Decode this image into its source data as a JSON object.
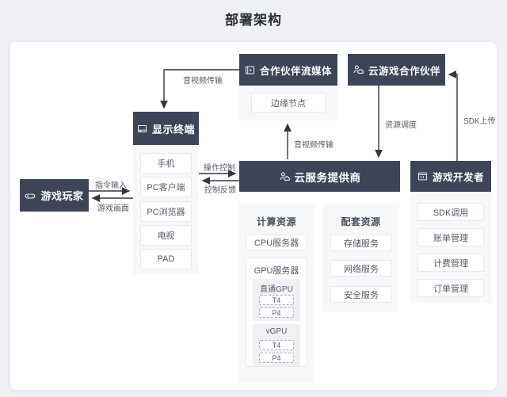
{
  "title": "部署架构",
  "colors": {
    "node_background": "#3e4557",
    "node_text": "#ffffff",
    "container_background": "#f7f8fa",
    "item_border": "#e7e9ee",
    "arrow": "#33373f",
    "label_text": "#565b66",
    "page_background": "#eef0f3"
  },
  "nodes": {
    "game_player": {
      "label": "游戏玩家",
      "icon": "gamepad-icon"
    },
    "display_terminal": {
      "label": "显示终端",
      "icon": "monitor-icon",
      "items": [
        "手机",
        "PC客户端",
        "PC浏览器",
        "电视",
        "PAD"
      ]
    },
    "partner_streaming": {
      "label": "合作伙伴流媒体",
      "icon": "video-player-icon",
      "items": [
        "边缘节点"
      ]
    },
    "cloud_gaming_partner": {
      "label": "云游戏合作伙伴",
      "icon": "person-cloud-icon"
    },
    "cloud_service_provider": {
      "label": "云服务提供商",
      "icon": "person-cloud-icon"
    },
    "game_developer": {
      "label": "游戏开发者",
      "icon": "dev-window-icon",
      "items": [
        "SDK调用",
        "账单管理",
        "计费管理",
        "订单管理"
      ]
    },
    "compute_resources": {
      "title": "计算资源",
      "cpu_server": "CPU服务器",
      "gpu_server": "GPU服务器",
      "gpu_groups": [
        {
          "label": "直通GPU",
          "items": [
            "T4",
            "P4"
          ]
        },
        {
          "label": "vGPU",
          "items": [
            "T4",
            "P4"
          ]
        }
      ]
    },
    "supporting_resources": {
      "title": "配套资源",
      "items": [
        "存储服务",
        "网络服务",
        "安全服务"
      ]
    }
  },
  "edges": {
    "command_input": "指令输入",
    "game_screen": "游戏画面",
    "operation_control": "操作控制",
    "control_feedback": "控制反馈",
    "av_transmission_top": "音视频传输",
    "av_transmission_mid": "音视频传输",
    "resource_scheduling": "资源调度",
    "sdk_upload": "SDK上传"
  }
}
